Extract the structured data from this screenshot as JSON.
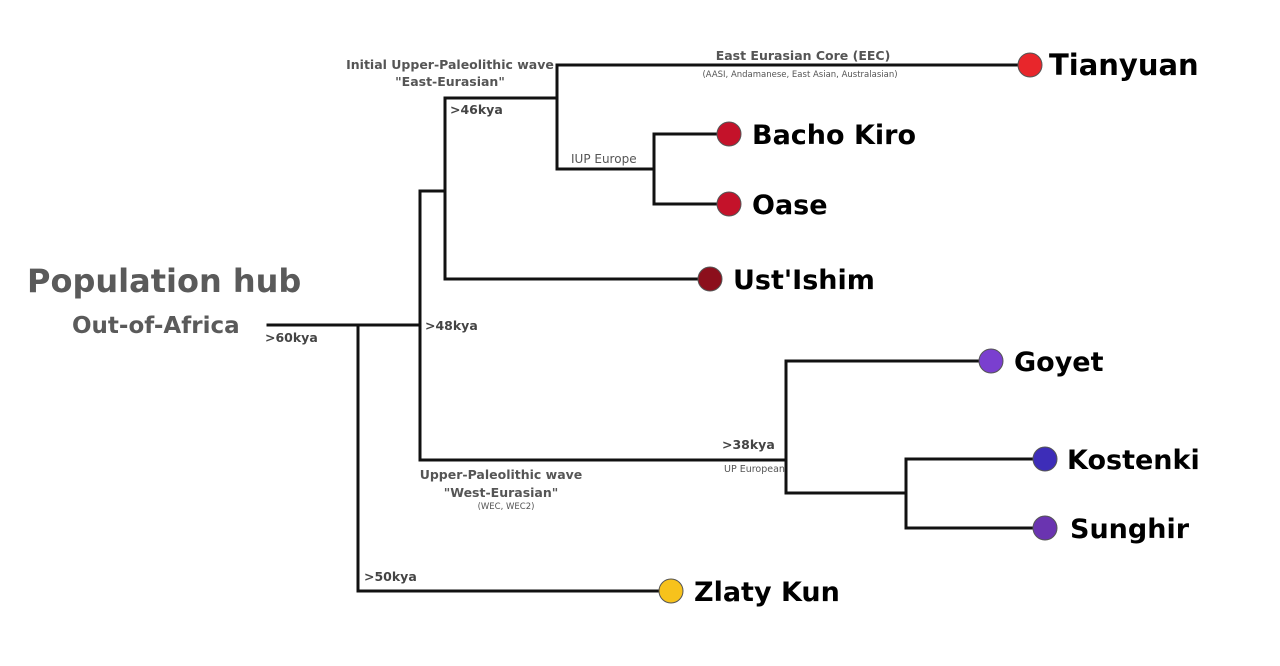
{
  "hub": {
    "title": "Population hub",
    "subtitle": "Out-of-Africa",
    "age": ">60kya"
  },
  "ages": {
    "split_48": ">48kya",
    "split_46": ">46kya",
    "split_50": ">50kya",
    "split_38": ">38kya"
  },
  "labels": {
    "iup_wave_line1": "Initial Upper-Paleolithic wave",
    "iup_wave_line2": "\"East-Eurasian\"",
    "eec": "East Eurasian Core (EEC)",
    "eec_sub": "(AASI, Andamanese, East Asian, Australasian)",
    "iup_europe": "IUP Europe",
    "up_wave_line1": "Upper-Paleolithic wave",
    "up_wave_line2": "\"West-Eurasian\"",
    "up_wave_sub": "(WEC, WEC2)",
    "up_european": "UP European"
  },
  "leaves": {
    "tianyuan": {
      "name": "Tianyuan",
      "color": "#e8262b"
    },
    "bacho_kiro": {
      "name": "Bacho Kiro",
      "color": "#c4122a"
    },
    "oase": {
      "name": "Oase",
      "color": "#c4122a"
    },
    "ust_ishim": {
      "name": "Ust'Ishim",
      "color": "#8c0f1c"
    },
    "goyet": {
      "name": "Goyet",
      "color": "#7a3fcf"
    },
    "kostenki": {
      "name": "Kostenki",
      "color": "#3d2db8"
    },
    "sunghir": {
      "name": "Sunghir",
      "color": "#6a34b0"
    },
    "zlaty_kun": {
      "name": "Zlaty Kun",
      "color": "#f7c21c"
    }
  },
  "colors": {
    "edge": "#111111",
    "hub_text": "#5a5a5a"
  }
}
